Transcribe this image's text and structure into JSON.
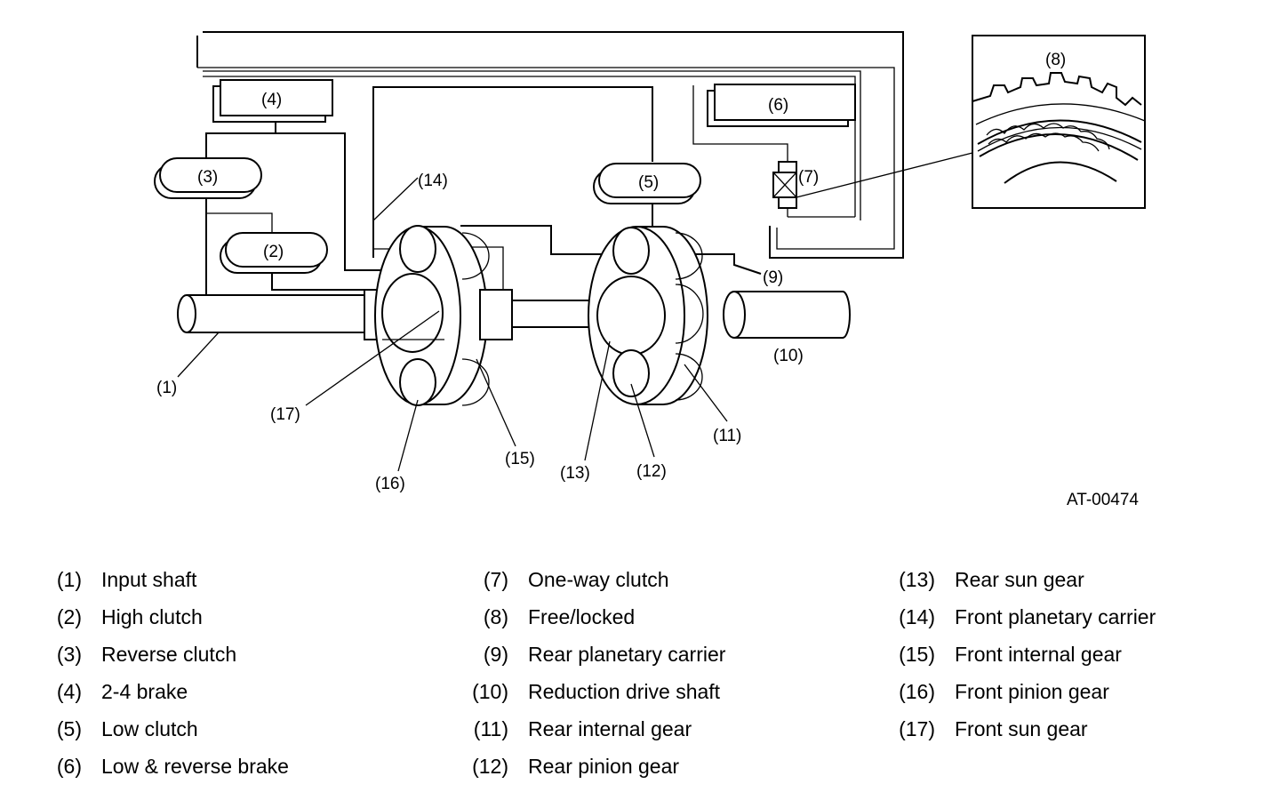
{
  "diagram": {
    "callouts": {
      "c1": "(1)",
      "c2": "(2)",
      "c3": "(3)",
      "c4": "(4)",
      "c5": "(5)",
      "c6": "(6)",
      "c7": "(7)",
      "c8": "(8)",
      "c9": "(9)",
      "c10": "(10)",
      "c11": "(11)",
      "c12": "(12)",
      "c13": "(13)",
      "c14": "(14)",
      "c15": "(15)",
      "c16": "(16)",
      "c17": "(17)"
    },
    "figure_code": "AT-00474"
  },
  "legend": {
    "col1": [
      {
        "num": "(1)",
        "label": "Input shaft"
      },
      {
        "num": "(2)",
        "label": "High clutch"
      },
      {
        "num": "(3)",
        "label": "Reverse clutch"
      },
      {
        "num": "(4)",
        "label": "2-4 brake"
      },
      {
        "num": "(5)",
        "label": "Low clutch"
      },
      {
        "num": "(6)",
        "label": "Low & reverse brake"
      }
    ],
    "col2": [
      {
        "num": "(7)",
        "label": "One-way clutch"
      },
      {
        "num": "(8)",
        "label": "Free/locked"
      },
      {
        "num": "(9)",
        "label": "Rear planetary carrier"
      },
      {
        "num": "(10)",
        "label": "Reduction drive shaft"
      },
      {
        "num": "(11)",
        "label": "Rear internal gear"
      },
      {
        "num": "(12)",
        "label": "Rear pinion gear"
      }
    ],
    "col3": [
      {
        "num": "(13)",
        "label": "Rear sun gear"
      },
      {
        "num": "(14)",
        "label": "Front planetary carrier"
      },
      {
        "num": "(15)",
        "label": "Front internal gear"
      },
      {
        "num": "(16)",
        "label": "Front pinion gear"
      },
      {
        "num": "(17)",
        "label": "Front sun gear"
      }
    ]
  }
}
